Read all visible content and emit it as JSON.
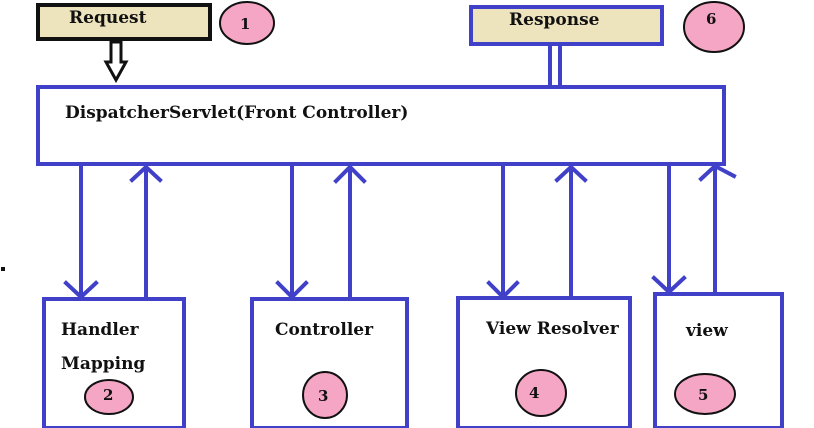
{
  "colors": {
    "box_stroke": "#4040c8",
    "arrow": "#4040c8",
    "request_fill": "#ede3bd",
    "request_stroke": "#111111",
    "response_fill": "#ede3bd",
    "response_stroke": "#4040c8",
    "badge_fill": "#f5a6c4",
    "badge_stroke": "#111111"
  },
  "request": {
    "label": "Request",
    "step": "1"
  },
  "response": {
    "label": "Response",
    "step": "6"
  },
  "dispatcher": {
    "label": "DispatcherServlet(Front Controller)"
  },
  "components": [
    {
      "label_line1": "Handler",
      "label_line2": "Mapping",
      "step": "2"
    },
    {
      "label_line1": "Controller",
      "step": "3"
    },
    {
      "label_line1": "View Resolver",
      "step": "4"
    },
    {
      "label_line1": "view",
      "step": "5"
    }
  ]
}
